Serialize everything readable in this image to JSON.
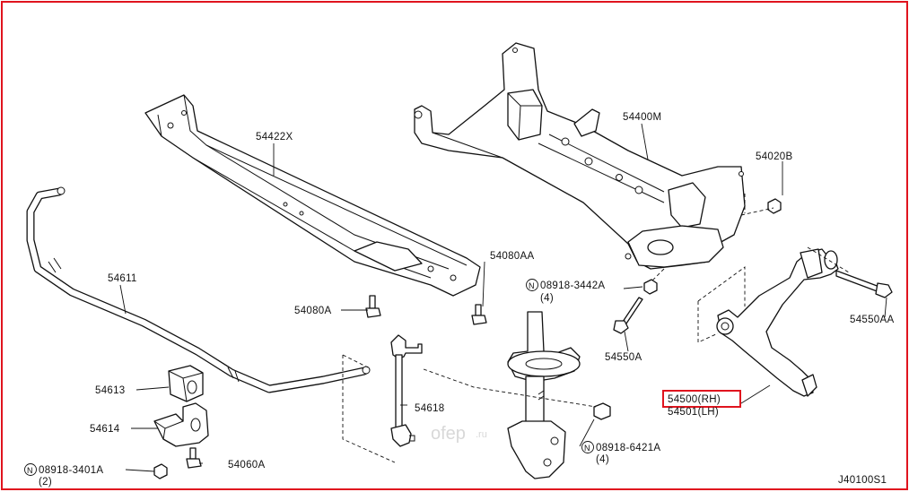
{
  "diagram": {
    "code": "J40100S1",
    "watermark": {
      "brand": "ofep",
      "suffix": ".ru"
    },
    "highlight_color": "#e0141e",
    "labels": [
      {
        "id": "p54422x",
        "text": "54422X"
      },
      {
        "id": "p54400m",
        "text": "54400M"
      },
      {
        "id": "p54020b",
        "text": "54020B"
      },
      {
        "id": "p54611",
        "text": "54611"
      },
      {
        "id": "p54080aa",
        "text": "54080AA"
      },
      {
        "id": "p08918_3442a",
        "text": "08918-3442A",
        "circled": "N",
        "qty": "(4)"
      },
      {
        "id": "p54080a",
        "text": "54080A"
      },
      {
        "id": "p54550aa",
        "text": "54550AA"
      },
      {
        "id": "p54550a",
        "text": "54550A"
      },
      {
        "id": "p54613",
        "text": "54613"
      },
      {
        "id": "p54618",
        "text": "54618"
      },
      {
        "id": "p54500",
        "text": "54500(RH)",
        "highlighted": true
      },
      {
        "id": "p54501",
        "text": "54501(LH)"
      },
      {
        "id": "p54614",
        "text": "54614"
      },
      {
        "id": "p08918_6421a",
        "text": "08918-6421A",
        "circled": "N",
        "qty": "(4)"
      },
      {
        "id": "p08918_3401a",
        "text": "08918-3401A",
        "circled": "N",
        "qty": "(2)"
      },
      {
        "id": "p54060a",
        "text": "54060A"
      }
    ]
  }
}
